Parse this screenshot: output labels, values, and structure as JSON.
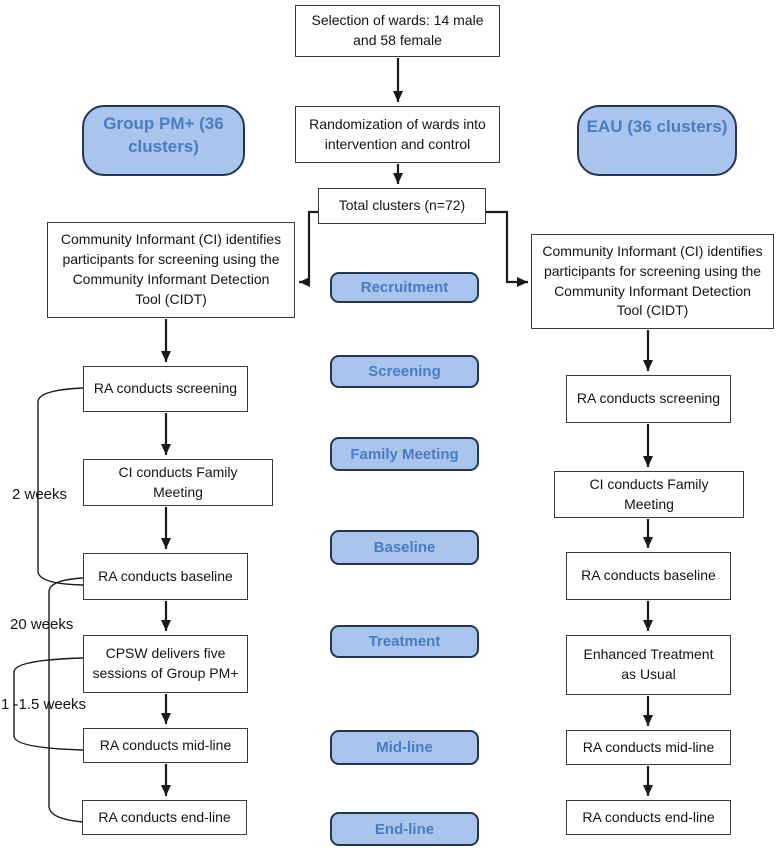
{
  "colors": {
    "stage_fill": "#a9c5ee",
    "stage_border": "#26364e",
    "stage_text": "#4a7cc2",
    "box_border": "#3b3b3b",
    "line": "#1a1a1a"
  },
  "top": {
    "selection": "Selection of wards: 14 male and 58 female",
    "randomization": "Randomization of wards into intervention and control",
    "total_clusters": "Total clusters (n=72)"
  },
  "headers": {
    "left": "Group PM+ (36 clusters)",
    "right": "EAU (36 clusters)"
  },
  "stages": [
    "Recruitment",
    "Screening",
    "Family Meeting",
    "Baseline",
    "Treatment",
    "Mid-line",
    "End-line"
  ],
  "left_column": {
    "ci": "Community Informant (CI) identifies participants for screening using the Community Informant Detection Tool (CIDT)",
    "screening": "RA conducts screening",
    "family": "CI conducts Family Meeting",
    "baseline": "RA conducts baseline",
    "treatment": "CPSW delivers five sessions of Group PM+",
    "midline": "RA conducts mid-line",
    "endline": "RA conducts end-line"
  },
  "right_column": {
    "ci": "Community Informant (CI) identifies participants for screening using the Community Informant Detection Tool (CIDT)",
    "screening": "RA conducts screening",
    "family": "CI conducts Family Meeting",
    "baseline": "RA conducts baseline",
    "treatment": "Enhanced Treatment as Usual",
    "midline": "RA conducts mid-line",
    "endline": "RA conducts end-line"
  },
  "annotations": {
    "two_weeks": "2 weeks",
    "twenty_weeks": "20 weeks",
    "one_to_one_half_weeks": "1 -1.5 weeks"
  }
}
